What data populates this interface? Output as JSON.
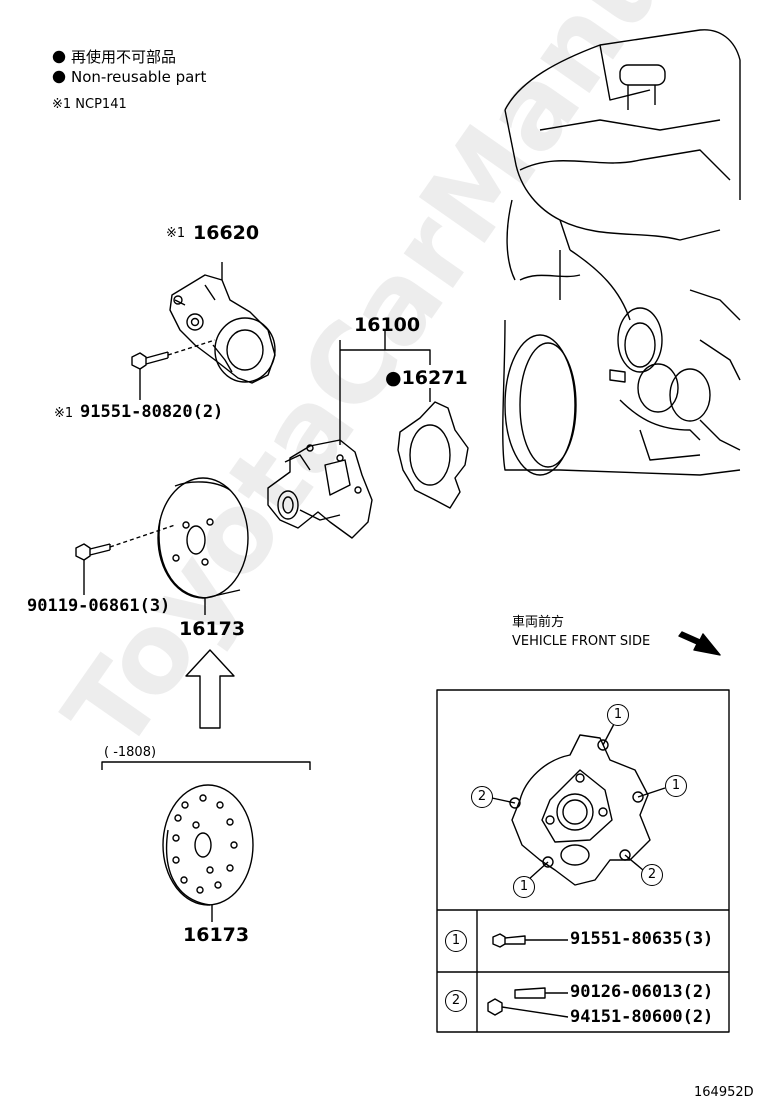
{
  "legend": {
    "non_reusable_jp": "再使用不可部品",
    "non_reusable_en": "Non-reusable part",
    "note1": "※1 NCP141"
  },
  "parts": {
    "tensioner_prefix": "※1",
    "tensioner": "16620",
    "tensioner_bolt_prefix": "※1",
    "tensioner_bolt": "91551-80820(2)",
    "water_pump": "16100",
    "gasket": "●16271",
    "pulley_bolt": "90119-06861(3)",
    "pulley_new": "16173",
    "pulley_old": "16173",
    "pulley_old_range": "(     -1808)"
  },
  "direction": {
    "jp": "車両前方",
    "en": "VEHICLE FRONT SIDE"
  },
  "inset": {
    "rows": [
      {
        "marker": "1",
        "parts": [
          "91551-80635(3)"
        ]
      },
      {
        "marker": "2",
        "parts": [
          "90126-06013(2)",
          "94151-80600(2)"
        ]
      }
    ],
    "callouts": [
      "1",
      "1",
      "2",
      "1",
      "2"
    ]
  },
  "figure_id": "164952D",
  "watermark": "ToyotaCarManual.ru"
}
